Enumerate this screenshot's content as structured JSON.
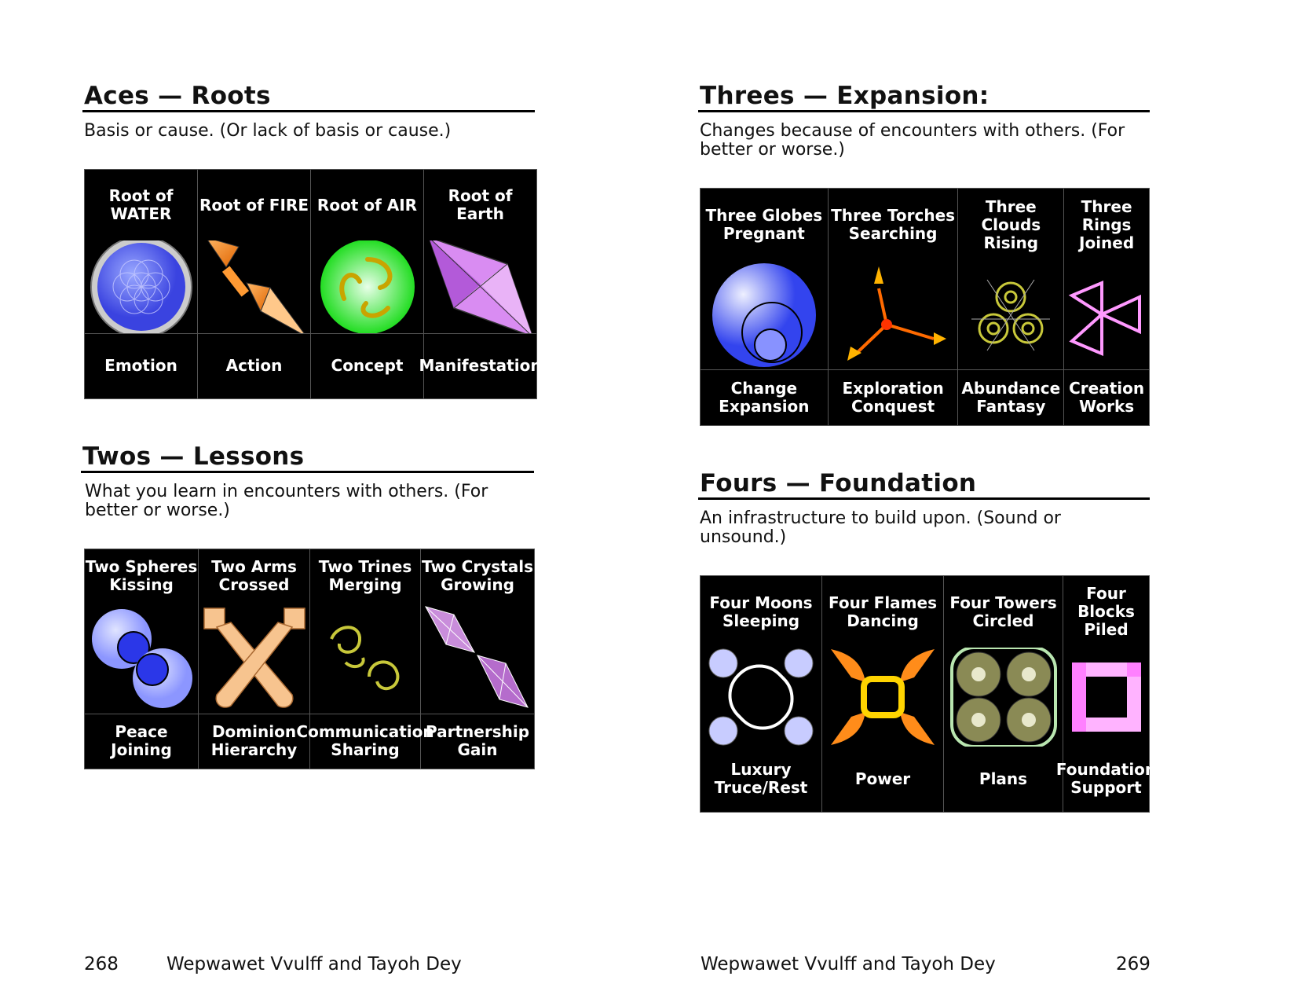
{
  "left_page": {
    "aces": {
      "title": "Aces — Roots",
      "description": "Basis or cause. (Or lack of basis or cause.)",
      "cards": [
        {
          "name": "Root of WATER",
          "meaning": "Emotion",
          "icon": "blue-sphere-icon"
        },
        {
          "name": "Root of FIRE",
          "meaning": "Action",
          "icon": "orange-wand-icon"
        },
        {
          "name": "Root of AIR",
          "meaning": "Concept",
          "icon": "green-swirl-orb-icon"
        },
        {
          "name": "Root of Earth",
          "meaning": "Manifestation",
          "icon": "purple-crystal-icon"
        }
      ]
    },
    "twos": {
      "title": "Twos — Lessons",
      "description_line1": "What you learn in encounters with others. (For",
      "description_line2": "better or worse.)",
      "cards": [
        {
          "name1": "Two Spheres",
          "name2": "Kissing",
          "meaning1": "Peace",
          "meaning2": "Joining",
          "icon": "two-spheres-icon"
        },
        {
          "name1": "Two Arms",
          "name2": "Crossed",
          "meaning1": "Dominion",
          "meaning2": "Hierarchy",
          "icon": "crossed-arms-icon"
        },
        {
          "name1": "Two Trines",
          "name2": "Merging",
          "meaning1": "Communication",
          "meaning2": "Sharing",
          "icon": "merging-trines-icon"
        },
        {
          "name1": "Two Crystals",
          "name2": "Growing",
          "meaning1": "Partnership",
          "meaning2": "Gain",
          "icon": "two-crystals-icon"
        }
      ]
    },
    "footer": {
      "page_number": "268",
      "authors": "Wepwawet Vvulff and Tayoh Dey"
    }
  },
  "right_page": {
    "threes": {
      "title": "Threes — Expansion:",
      "description_line1": "Changes because of encounters with others. (For",
      "description_line2": "better or worse.)",
      "cards": [
        {
          "name": [
            "Three Globes",
            "Pregnant"
          ],
          "meaning": [
            "Change",
            "Expansion"
          ],
          "icon": "nested-globes-icon"
        },
        {
          "name": [
            "Three Torches",
            "Searching"
          ],
          "meaning": [
            "Exploration",
            "Conquest"
          ],
          "icon": "three-torches-icon"
        },
        {
          "name": [
            "Three Clouds",
            "Rising"
          ],
          "meaning": [
            "Abundance",
            "Fantasy"
          ],
          "icon": "three-clouds-icon"
        },
        {
          "name": [
            "Three",
            "Rings",
            "Joined"
          ],
          "meaning": [
            "Creation",
            "Works"
          ],
          "icon": "joined-triangles-icon"
        }
      ]
    },
    "fours": {
      "title": "Fours — Foundation",
      "description_line1": "An infrastructure to build upon. (Sound or",
      "description_line2": "unsound.)",
      "cards": [
        {
          "name": [
            "Four Moons",
            "Sleeping"
          ],
          "meaning": [
            "Luxury",
            "Truce/Rest"
          ],
          "icon": "four-moons-icon"
        },
        {
          "name": [
            "Four Flames",
            "Dancing"
          ],
          "meaning": [
            "Power"
          ],
          "icon": "four-flames-icon"
        },
        {
          "name": [
            "Four Towers",
            "Circled"
          ],
          "meaning": [
            "Plans"
          ],
          "icon": "four-towers-icon"
        },
        {
          "name": [
            "Four",
            "Blocks",
            "Piled"
          ],
          "meaning": [
            "Foundation",
            "Support"
          ],
          "icon": "four-blocks-icon"
        }
      ]
    },
    "footer": {
      "page_number": "269",
      "authors": "Wepwawet Vvulff and Tayoh Dey"
    }
  },
  "colors": {
    "grid_bg": "#000000",
    "text_on_grid": "#ffffff",
    "rule": "#000000"
  }
}
